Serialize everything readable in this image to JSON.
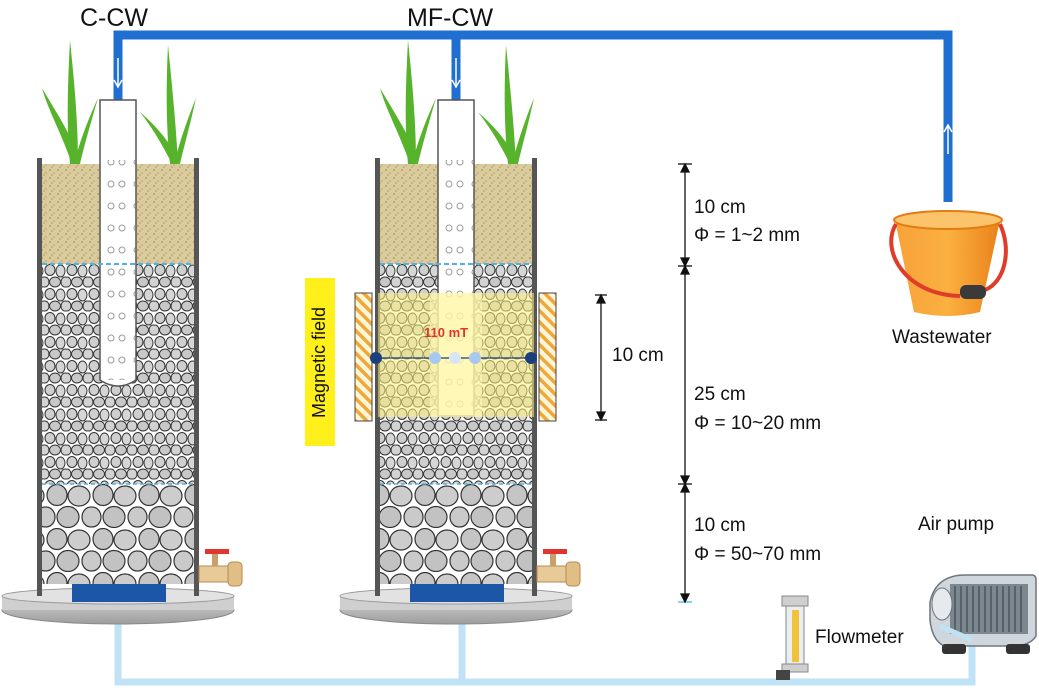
{
  "columns": {
    "control_label": "C-CW",
    "magnetic_label": "MF-CW"
  },
  "magnetic_field": {
    "label": "Magnetic field",
    "strength": "110 mT",
    "zone_height": "10 cm"
  },
  "layers": {
    "top": {
      "height": "10 cm",
      "size": "Φ = 1~2 mm"
    },
    "middle": {
      "height": "25 cm",
      "size": "Φ = 10~20 mm"
    },
    "bottom": {
      "height": "10 cm",
      "size": "Φ = 50~70 mm"
    }
  },
  "equipment": {
    "wastewater": "Wastewater",
    "air_pump": "Air pump",
    "flowmeter": "Flowmeter"
  },
  "colors": {
    "inflow_pipe": "#1f6fd1",
    "air_pipe": "#bfe3f5",
    "sand": "#d8c99a",
    "gravel": "#c9c9c9",
    "magnet": "#f2a93b",
    "bucket": "#f7941d",
    "field_highlight": "#fff27a"
  },
  "icons": [
    "plant-icon",
    "valve-icon",
    "bucket-icon",
    "air-pump-icon",
    "flowmeter-icon",
    "magnet-icon"
  ]
}
